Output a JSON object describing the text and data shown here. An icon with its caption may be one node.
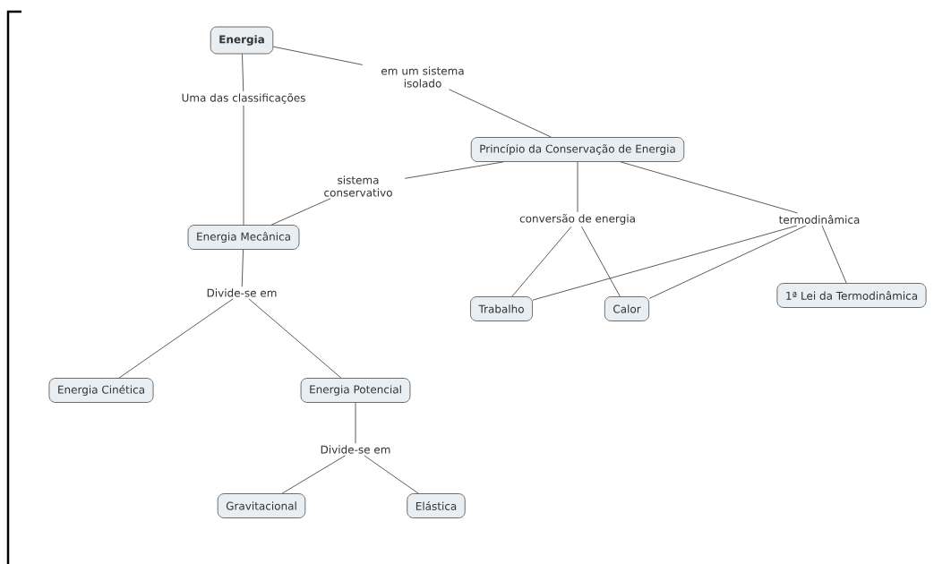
{
  "diagram": {
    "nodes": [
      {
        "text": [
          "Energia"
        ]
      },
      {
        "text": [
          "em um sistema isolado"
        ]
      },
      {
        "text": [
          "Uma das classificações"
        ]
      },
      {
        "text": [
          "Princípio da Conservação de Energia"
        ]
      },
      {
        "text": [
          "sistema conservativo"
        ]
      },
      {
        "text": [
          "Energia Mecânica"
        ]
      },
      {
        "text": [
          "conversão de energia"
        ]
      },
      {
        "text": [
          "termodinâmica"
        ]
      },
      {
        "text": [
          "1ª Lei da Termodinâmica"
        ]
      },
      {
        "text": [
          "Trabalho"
        ]
      },
      {
        "text": [
          "Calor"
        ]
      },
      {
        "text": [
          "Divide-se em"
        ]
      },
      {
        "text": [
          "Energia Cinética"
        ]
      },
      {
        "text": [
          "Energia Potencial"
        ]
      },
      {
        "text": [
          "Divide-se em"
        ]
      },
      {
        "text": [
          "Gravitacional"
        ]
      },
      {
        "text": [
          "Elástica"
        ]
      }
    ],
    "edges": [
      {
        "from": 0,
        "to": 1,
        "arrow": "none"
      },
      {
        "from": 1,
        "to": 3,
        "arrow": "none"
      },
      {
        "from": 0,
        "to": 2,
        "arrow": "none"
      },
      {
        "from": 2,
        "to": 5,
        "arrow": "none"
      },
      {
        "from": 3,
        "to": 4,
        "arrow": "none"
      },
      {
        "from": 4,
        "to": 5,
        "arrow": "none"
      },
      {
        "from": 3,
        "to": 6,
        "arrow": "none"
      },
      {
        "from": 3,
        "to": 7,
        "arrow": "none"
      },
      {
        "from": 6,
        "to": 9,
        "arrow": "none"
      },
      {
        "from": 6,
        "to": 10,
        "arrow": "none"
      },
      {
        "from": 7,
        "to": 9,
        "arrow": "none"
      },
      {
        "from": 7,
        "to": 10,
        "arrow": "none"
      },
      {
        "from": 7,
        "to": 8,
        "arrow": "none"
      },
      {
        "from": 5,
        "to": 11,
        "arrow": "none"
      },
      {
        "from": 11,
        "to": 12,
        "arrow": "none"
      },
      {
        "from": 11,
        "to": 13,
        "arrow": "none"
      },
      {
        "from": 13,
        "to": 14,
        "arrow": "none"
      },
      {
        "from": 14,
        "to": 15,
        "arrow": "none"
      },
      {
        "from": 14,
        "to": 16,
        "arrow": "none"
      }
    ]
  }
}
